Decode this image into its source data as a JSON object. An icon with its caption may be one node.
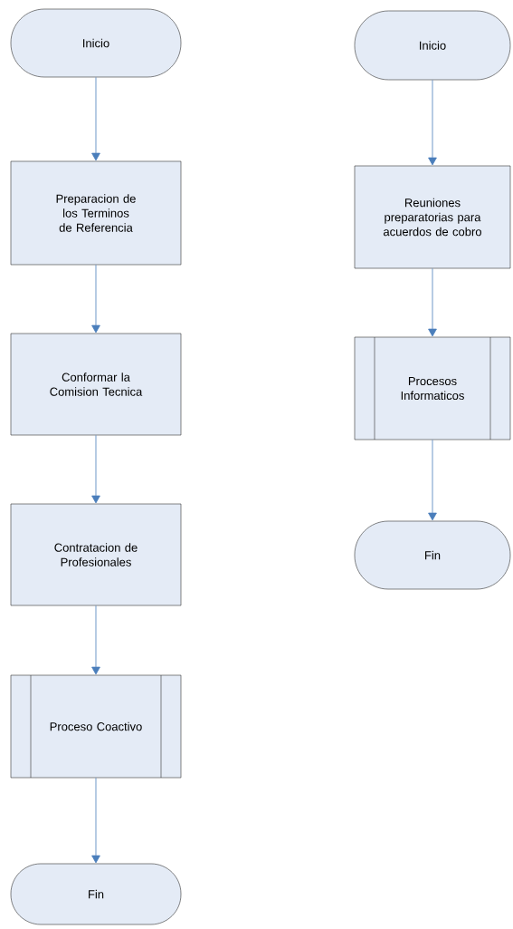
{
  "diagram": {
    "nodes": [
      {
        "text": [
          "Inicio"
        ]
      },
      {
        "text": [
          "Preparacion de los Terminos de Referencia"
        ]
      },
      {
        "text": [
          "Conformar la Comision Tecnica"
        ]
      },
      {
        "text": [
          "Contratacion de Profesionales"
        ]
      },
      {
        "text": [
          "Proceso Coactivo"
        ]
      },
      {
        "text": [
          "Fin"
        ]
      },
      {
        "text": [
          "Inicio"
        ]
      },
      {
        "text": [
          "Reuniones preparatorias para acuerdos de cobro"
        ]
      },
      {
        "text": [
          "Procesos Informaticos"
        ]
      },
      {
        "text": [
          "Fin"
        ]
      }
    ],
    "edges": [
      {
        "from": 0,
        "to": 1,
        "arrow": "to"
      },
      {
        "from": 1,
        "to": 2,
        "arrow": "to"
      },
      {
        "from": 2,
        "to": 3,
        "arrow": "to"
      },
      {
        "from": 3,
        "to": 4,
        "arrow": "to"
      },
      {
        "from": 4,
        "to": 5,
        "arrow": "to"
      },
      {
        "from": 6,
        "to": 7,
        "arrow": "to"
      },
      {
        "from": 7,
        "to": 8,
        "arrow": "to"
      },
      {
        "from": 8,
        "to": 9,
        "arrow": "to"
      }
    ]
  }
}
